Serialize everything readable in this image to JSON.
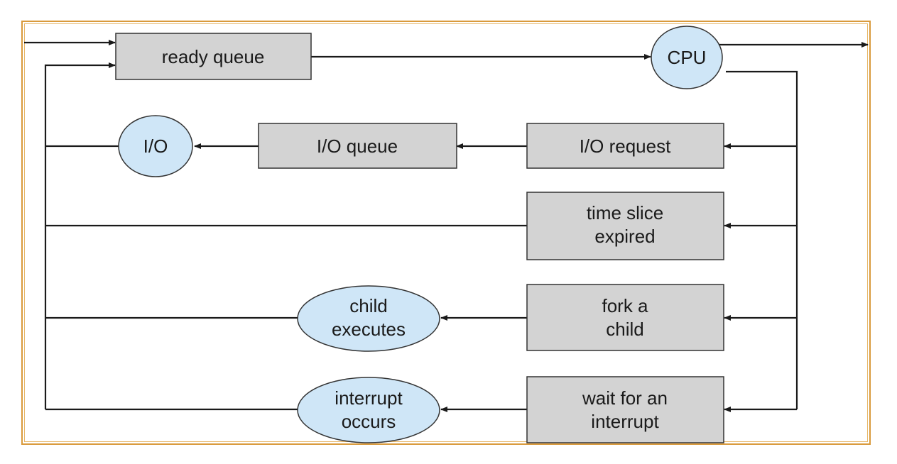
{
  "diagram": {
    "nodes": {
      "ready_queue": {
        "lines": [
          "ready queue"
        ]
      },
      "cpu": {
        "lines": [
          "CPU"
        ]
      },
      "io": {
        "lines": [
          "I/O"
        ]
      },
      "io_queue": {
        "lines": [
          "I/O queue"
        ]
      },
      "io_request": {
        "lines": [
          "I/O request"
        ]
      },
      "time_slice": {
        "lines": [
          "time slice",
          "expired"
        ]
      },
      "fork_child": {
        "lines": [
          "fork a",
          "child"
        ]
      },
      "child_executes": {
        "lines": [
          "child",
          "executes"
        ]
      },
      "wait_interrupt": {
        "lines": [
          "wait for an",
          "interrupt"
        ]
      },
      "interrupt_occurs": {
        "lines": [
          "interrupt",
          "occurs"
        ]
      }
    },
    "colors": {
      "box_fill": "#d3d3d3",
      "oval_fill": "#cfe6f7",
      "frame": "#d99a3c"
    }
  }
}
